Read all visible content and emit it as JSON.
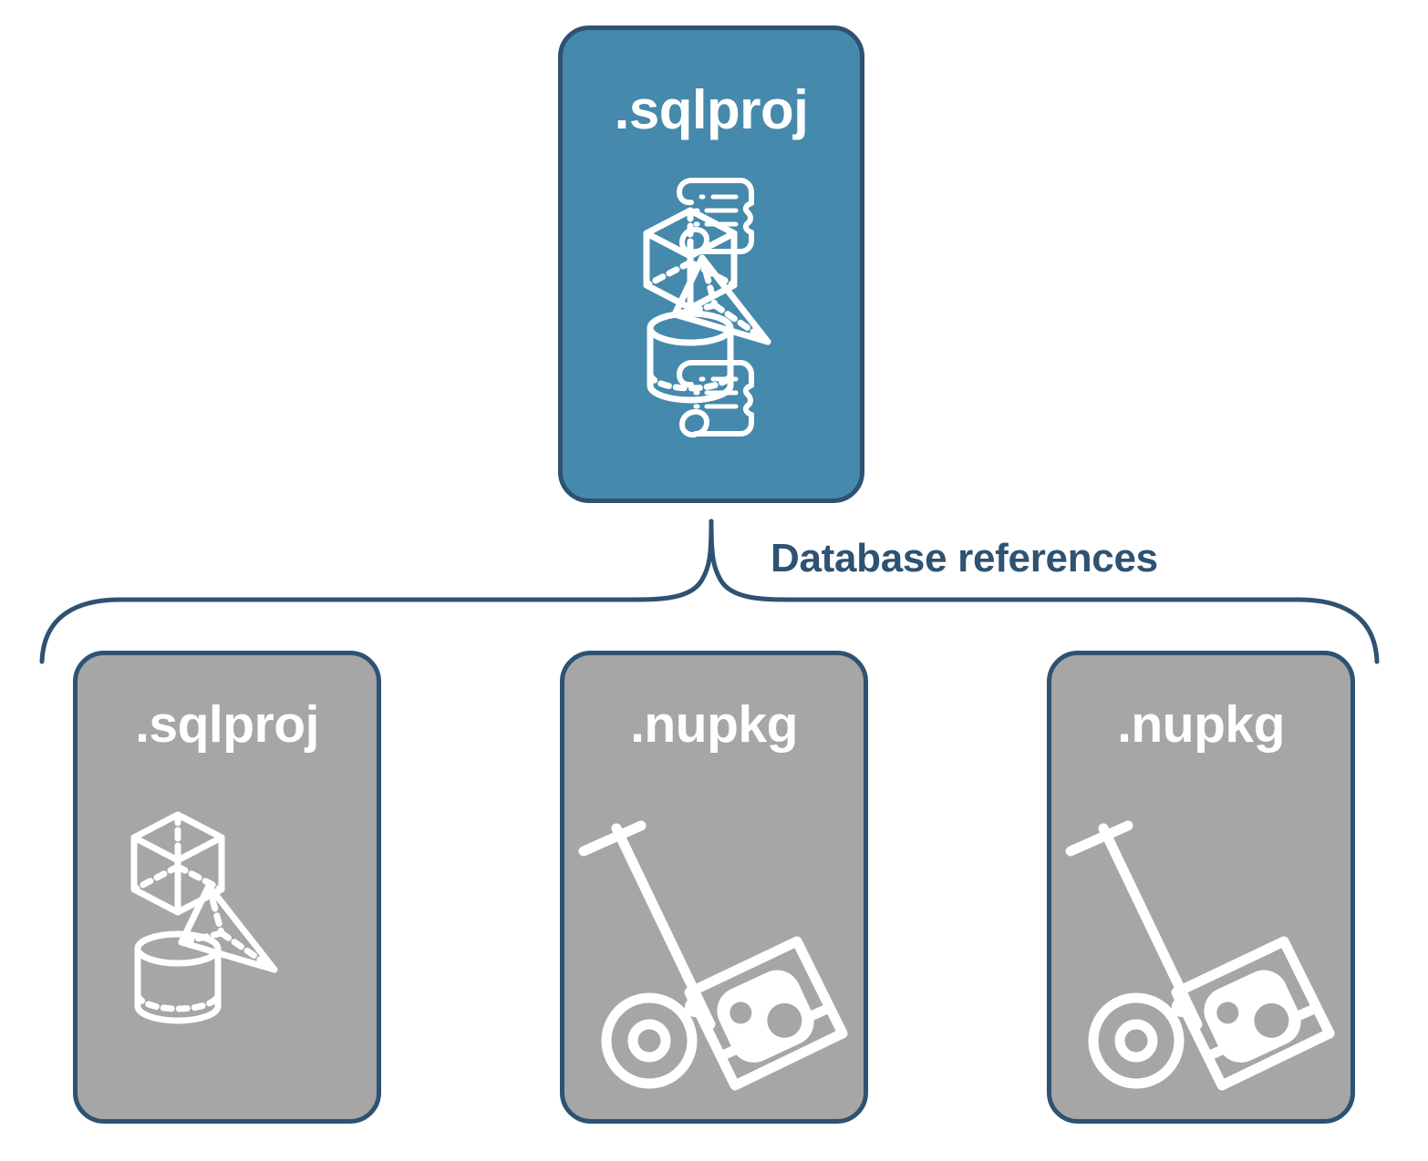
{
  "diagram": {
    "title": "Database references",
    "colors": {
      "card_blue": "#4589ac",
      "card_gray": "#a6a6a6",
      "border_navy": "#2e5272",
      "label_navy": "#2e5272",
      "icon_white": "#ffffff",
      "background": "#ffffff"
    },
    "root": {
      "label": ".sqlproj",
      "type": "blue",
      "icons": [
        "cube-icon",
        "scroll-icon",
        "pyramid-icon",
        "cylinder-icon",
        "scroll-icon"
      ]
    },
    "connector": {
      "label": "Database references",
      "style": "curly-brace"
    },
    "references": [
      {
        "label": ".sqlproj",
        "type": "gray",
        "icons": [
          "cube-icon",
          "pyramid-icon",
          "cylinder-icon"
        ]
      },
      {
        "label": ".nupkg",
        "type": "gray",
        "icons": [
          "hand-truck-icon",
          "package-box-icon",
          "nuget-logo-icon"
        ]
      },
      {
        "label": ".nupkg",
        "type": "gray",
        "icons": [
          "hand-truck-icon",
          "package-box-icon",
          "nuget-logo-icon"
        ]
      }
    ]
  }
}
